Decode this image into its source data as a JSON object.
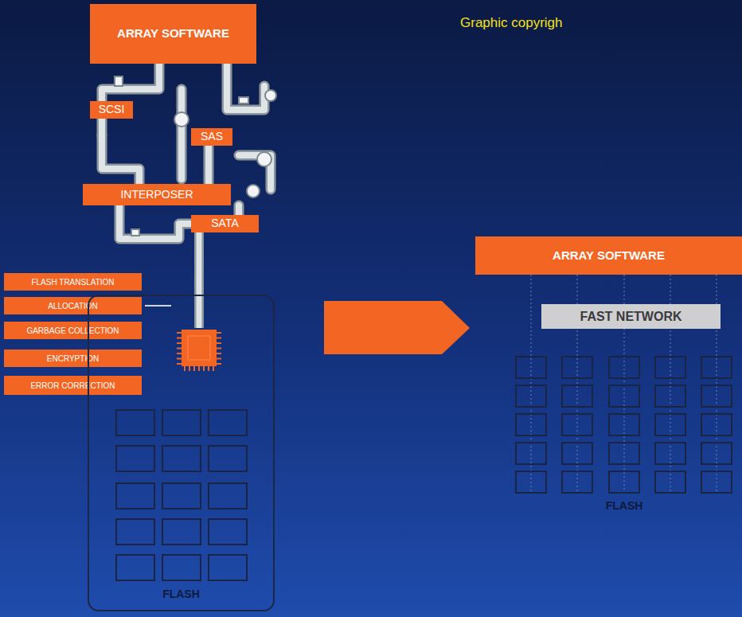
{
  "diagram": {
    "nodes": [
      {
        "text": [
          "ARRAY SOFTWARE"
        ]
      },
      {
        "text": [
          "SCSI"
        ]
      },
      {
        "text": [
          "SAS"
        ]
      },
      {
        "text": [
          "INTERPOSER"
        ]
      },
      {
        "text": [
          "SATA"
        ]
      },
      {
        "text": [
          "ARRAY SOFTWARE"
        ]
      },
      {
        "text": [
          "FAST NETWORK"
        ]
      },
      {
        "text": [
          "FLASH TRANSLATION"
        ]
      },
      {
        "text": [
          "ALLOCATION"
        ]
      },
      {
        "text": [
          "GARBAGE COLLECTION"
        ]
      },
      {
        "text": [
          "ENCRYPTION"
        ]
      },
      {
        "text": [
          "ERROR CORRECTION"
        ]
      },
      {
        "text": [
          "FLASH"
        ]
      }
    ],
    "edges": [
      {
        "from": 4,
        "to": 12,
        "arrow": "none"
      },
      {
        "from": 5,
        "to": 6,
        "arrow": "none"
      }
    ],
    "labels": [
      "Graphic copyrigh",
      "FLASH"
    ]
  }
}
